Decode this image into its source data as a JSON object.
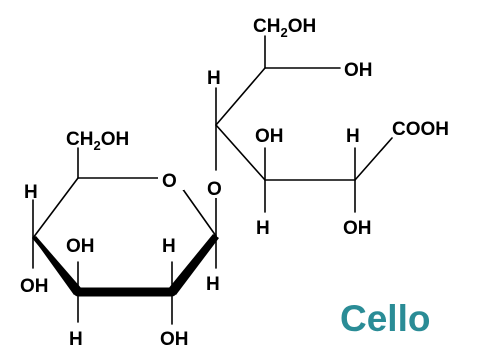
{
  "diagram": {
    "caption": "Cello",
    "caption_color": "#2a8c96",
    "bond_color": "#000000",
    "atoms": {
      "ring_ch2oh": "CH2OH",
      "ring_o": "O",
      "link_o": "O",
      "ring_h_left": "H",
      "ring_oh_c3": "OH",
      "ring_h_c2": "H",
      "ring_oh_c4": "OH",
      "ring_h_c1": "H",
      "ring_h_c4": "H",
      "ring_oh_bottom": "OH",
      "chain_top_ch2oh": "CH2OH",
      "chain_oh_c5": "OH",
      "chain_h_c4": "H",
      "chain_oh_c3": "OH",
      "chain_h_c2": "H",
      "chain_cooh": "COOH",
      "chain_h_c3": "H",
      "chain_oh_c2": "OH"
    }
  }
}
